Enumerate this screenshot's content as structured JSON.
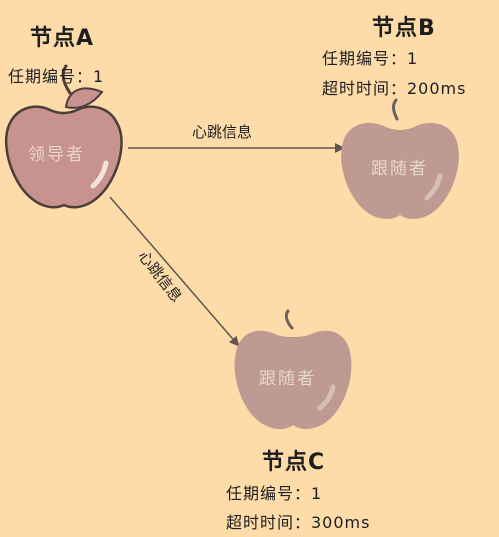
{
  "leader": {
    "title": "节点A",
    "term": "任期编号：1",
    "role": "领导者"
  },
  "follower_b": {
    "title": "节点B",
    "term": "任期编号：1",
    "timeout": "超时时间：200ms",
    "role": "跟随者"
  },
  "follower_c": {
    "title": "节点C",
    "term": "任期编号：1",
    "timeout": "超时时间：300ms",
    "role": "跟随者"
  },
  "edges": {
    "to_b": "心跳信息",
    "to_c": "心跳信息"
  },
  "colors": {
    "background": "#fddcaa",
    "leader_apple": "#c8928e",
    "follower_apple": "#be9a92",
    "stroke": "#4a3f3a",
    "arrow": "#5e5550"
  }
}
